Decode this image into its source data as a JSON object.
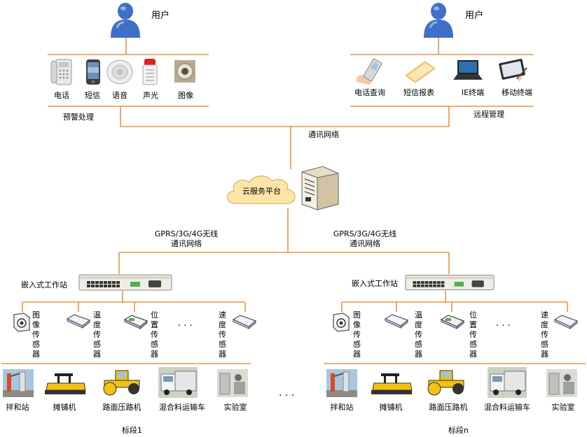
{
  "top_left": {
    "user_label": "用户",
    "devices": [
      "电话",
      "短信",
      "语音",
      "声光",
      "图像"
    ],
    "group_label": "预警处理",
    "icons": [
      "phone-icon",
      "mobile-phone-icon",
      "speaker-icon",
      "alarm-light-icon",
      "camera-icon"
    ]
  },
  "top_right": {
    "user_label": "用户",
    "devices": [
      "电话查询",
      "短信报表",
      "IE终端",
      "移动终端"
    ],
    "group_label": "远程管理",
    "icons": [
      "handheld-phone-icon",
      "report-icon",
      "laptop-icon",
      "tablet-icon"
    ]
  },
  "network_label": "通讯网络",
  "cloud_label": "云服务平台",
  "wireless_left": [
    "GPRS/3G/4G无线",
    "通讯网络"
  ],
  "wireless_right": [
    "GPRS/3G/4G无线",
    "通讯网络"
  ],
  "segments": [
    {
      "station_label": "嵌入式工作站",
      "sensors": [
        "图像传感器",
        "温度传感器",
        "位置传感器",
        "速度传感器"
      ],
      "sites": [
        "拌和站",
        "摊铺机",
        "路面压路机",
        "混合料运输车",
        "实验室"
      ],
      "segment_label": "标段1"
    },
    {
      "station_label": "嵌入式工作站",
      "sensors": [
        "图像传感器",
        "温度传感器",
        "位置传感器",
        "速度传感器"
      ],
      "sites": [
        "拌和站",
        "摊铺机",
        "路面压路机",
        "混合料运输车",
        "实验室"
      ],
      "segment_label": "标段n"
    }
  ],
  "ellipsis": "· · ·",
  "colors": {
    "wire": "#e39545",
    "cloud": "#ffe6a8",
    "user": "#3f6fc6"
  }
}
